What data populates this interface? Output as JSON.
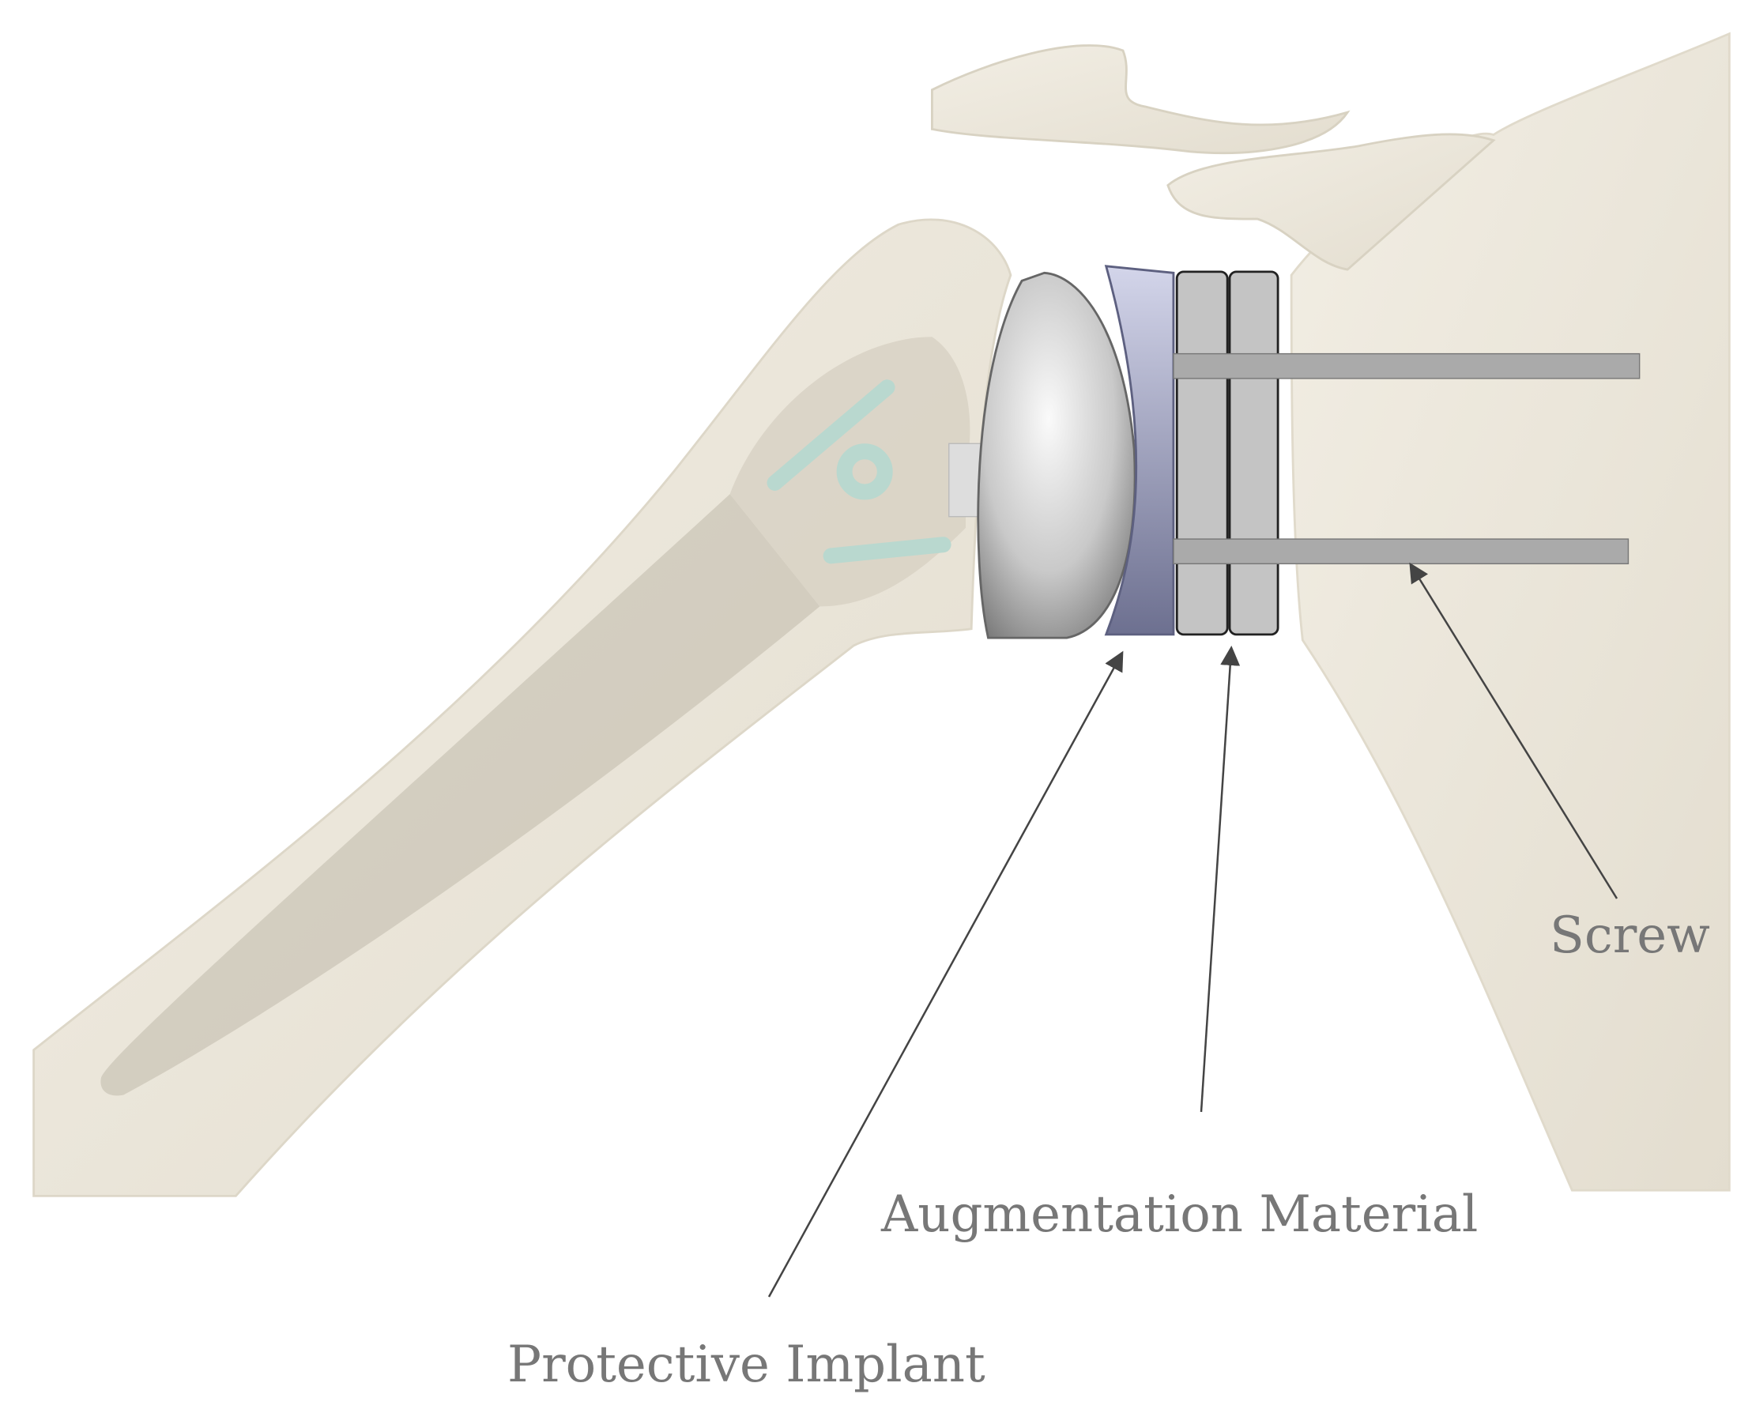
{
  "labels": {
    "screw": "Screw",
    "augmentation": "Augmentation Material",
    "protective": "Protective Implant"
  },
  "colors": {
    "bone": "#ebe6da",
    "bone_shadow": "#d6d0c0",
    "stem": "#c9c3b4",
    "glenosphere": "#c8c8c8",
    "baseplate": "#8f92ad",
    "augment": "#c2c2c2",
    "screw": "#a9a9a9",
    "plate": "#b9d8cf",
    "arrow": "#444444",
    "label": "#777777"
  }
}
